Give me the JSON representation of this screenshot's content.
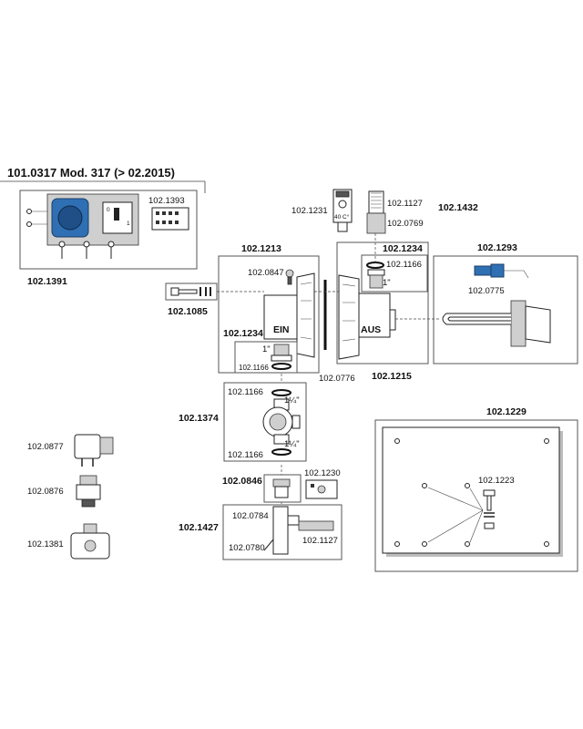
{
  "title": "101.0317 Mod. 317 (> 02.2015)",
  "labels": {
    "p1391": "102.1391",
    "p1393": "102.1393",
    "p1231": "102.1231",
    "p1127a": "102.1127",
    "p0769": "102.0769",
    "p1432": "102.1432",
    "p1213": "102.1213",
    "p1234a": "102.1234",
    "p1293": "102.1293",
    "p0847": "102.0847",
    "p1166a": "102.1166",
    "p0775": "102.0775",
    "p1085": "102.1085",
    "p1234b": "102.1234",
    "p1166b": "102.1166",
    "p0776": "102.0776",
    "p1215": "102.1215",
    "p1166c": "102.1166",
    "p1374": "102.1374",
    "p1166d": "102.1166",
    "p0877": "102.0877",
    "p0876": "102.0876",
    "p0846": "102.0846",
    "p1230": "102.1230",
    "p1427": "102.1427",
    "p0784": "102.0784",
    "p1127b": "102.1127",
    "p0780": "102.0780",
    "p1381": "102.1381",
    "p1229": "102.1229",
    "p1223": "102.1223"
  },
  "annotations": {
    "ein": "EIN",
    "aus": "AUS",
    "inch1a": "1\"",
    "inch1b": "1\"",
    "inch114a": "1¼\"",
    "inch114b": "1¼\"",
    "switch_0": "0",
    "switch_1": "1",
    "thermostat_temp": "40 C°"
  }
}
